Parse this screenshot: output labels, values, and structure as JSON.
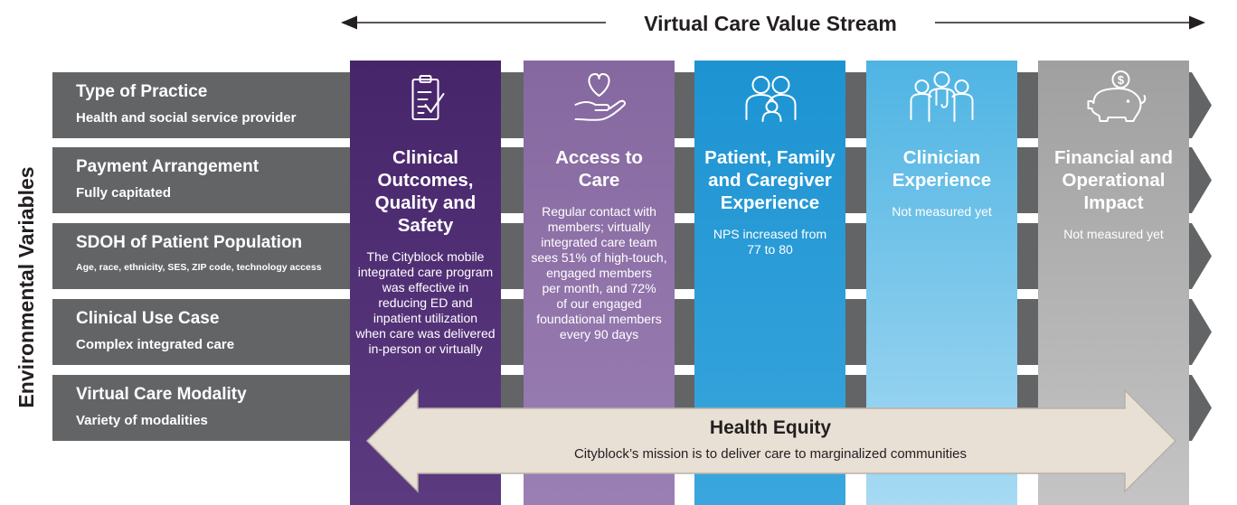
{
  "header": {
    "title": "Virtual Care Value Stream"
  },
  "side_label": "Environmental Variables",
  "rows": [
    {
      "title": "Type of Practice",
      "subtitle": "Health and social service provider"
    },
    {
      "title": "Payment Arrangement",
      "subtitle": "Fully capitated"
    },
    {
      "title": "SDOH of Patient Population",
      "subtitle": "Age, race, ethnicity, SES, ZIP code, technology access"
    },
    {
      "title": "Clinical Use Case",
      "subtitle": "Complex integrated care"
    },
    {
      "title": "Virtual Care Modality",
      "subtitle": "Variety of modalities"
    }
  ],
  "columns": [
    {
      "icon": "clipboard-check-icon",
      "color": "#4d2a6f",
      "title_lines": [
        "Clinical",
        "Outcomes,",
        "Quality and",
        "Safety"
      ],
      "body_lines": [
        "The Cityblock mobile",
        "integrated care program",
        "was effective in",
        "reducing ED and",
        "inpatient utilization",
        "when care was delivered",
        "in-person or virtually"
      ]
    },
    {
      "icon": "heart-hand-icon",
      "color": "#8a6ea6",
      "title_lines": [
        "Access to",
        "Care"
      ],
      "body_lines": [
        "Regular contact with",
        "members; virtually",
        "integrated care team",
        "sees 51% of high-touch,",
        "engaged members",
        "per month, and 72%",
        "of our engaged",
        "foundational members",
        "every 90 days"
      ]
    },
    {
      "icon": "family-icon",
      "color": "#1b95d4",
      "title_lines": [
        "Patient, Family",
        "and Caregiver",
        "Experience"
      ],
      "body_lines": [
        "NPS increased from",
        "77 to 80"
      ]
    },
    {
      "icon": "clinicians-icon",
      "color": "#55b8e6",
      "title_lines": [
        "Clinician",
        "Experience"
      ],
      "body_lines": [
        "Not measured yet"
      ]
    },
    {
      "icon": "piggy-bank-icon",
      "color": "#a3a3a3",
      "title_lines": [
        "Financial and",
        "Operational",
        "Impact"
      ],
      "body_lines": [
        "Not measured yet"
      ]
    }
  ],
  "equity": {
    "title": "Health Equity",
    "text": "Cityblock’s mission is to deliver care to marginalized communities"
  },
  "colors": {
    "row_band": "#636466",
    "header_text": "#231f20",
    "equity_fill": "#e8dfd5",
    "equity_stroke": "#b9b0a7"
  }
}
